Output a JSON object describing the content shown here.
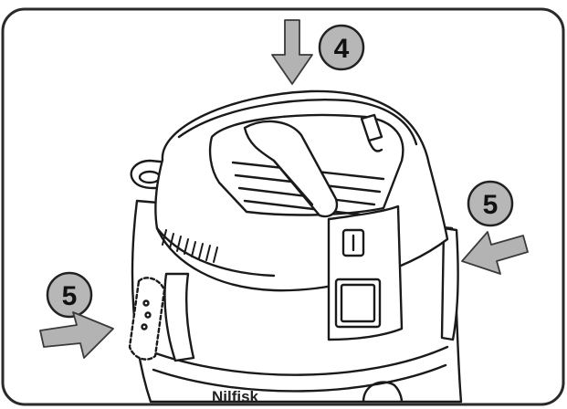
{
  "steps": {
    "top": "4",
    "right": "5",
    "left": "5"
  },
  "brand_text": "Nilfisk",
  "colors": {
    "frame_stroke": "#2a2a2a",
    "badge_fill": "#b7b7b7",
    "arrow_fill": "#b3b3b3",
    "body_fill": "#ffffff",
    "line": "#1a1a1a"
  }
}
